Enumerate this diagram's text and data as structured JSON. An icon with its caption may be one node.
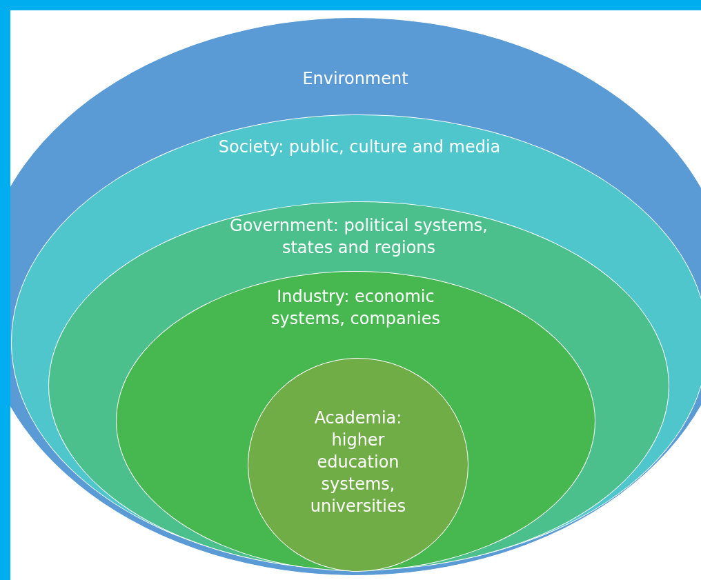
{
  "diagram": {
    "nodes": [
      {
        "text": [
          "Environment"
        ]
      },
      {
        "text": [
          "Society: public, culture and media"
        ],
        "in": 0
      },
      {
        "text": [
          "Government: political systems, states and regions"
        ],
        "in": 1
      },
      {
        "text": [
          "Industry: economic systems, companies"
        ],
        "in": 2
      },
      {
        "text": [
          "Academia: higher education systems, universities"
        ],
        "in": 3
      }
    ],
    "edges": []
  }
}
